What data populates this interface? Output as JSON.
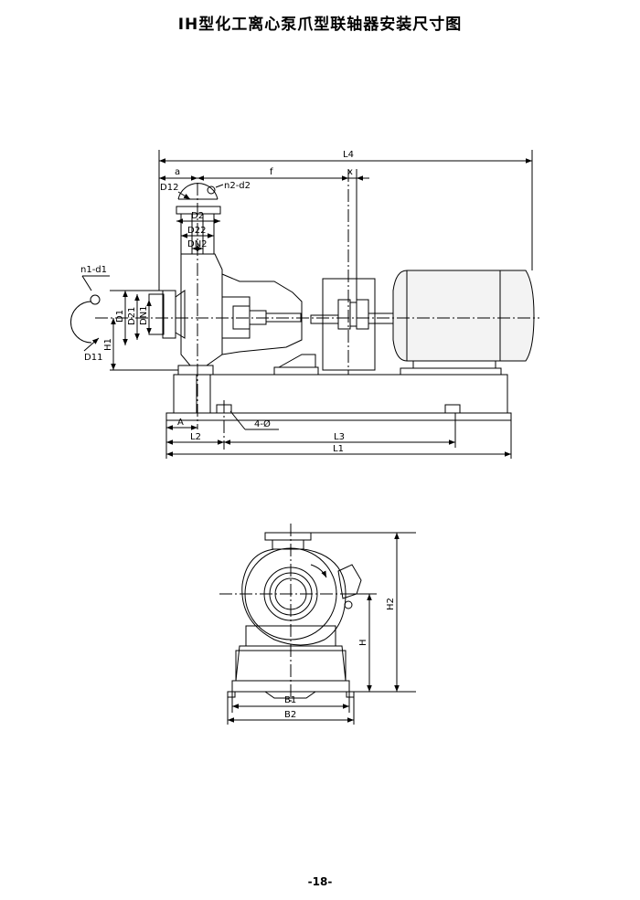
{
  "page": {
    "title": "IH型化工离心泵爪型联轴器安装尺寸图",
    "page_number": "-18-"
  },
  "colors": {
    "line": "#000000",
    "motor_fill": "#f3f3f3"
  },
  "side_view": {
    "labels": {
      "L4": "L4",
      "a": "a",
      "f": "f",
      "x": "x",
      "D12": "D12",
      "n2_d2": "n2-d2",
      "D2": "D2",
      "D22": "D22",
      "DN2": "DN2",
      "n1_d1": "n1-d1",
      "D1": "D1",
      "D21": "D21",
      "DN1": "DN1",
      "H1": "H1",
      "D11": "D11",
      "A": "A",
      "L2": "L2",
      "bolt": "4-Ø",
      "L3": "L3",
      "L1": "L1"
    }
  },
  "front_view": {
    "labels": {
      "H2": "H2",
      "H": "H",
      "B1": "B1",
      "B2": "B2"
    }
  }
}
